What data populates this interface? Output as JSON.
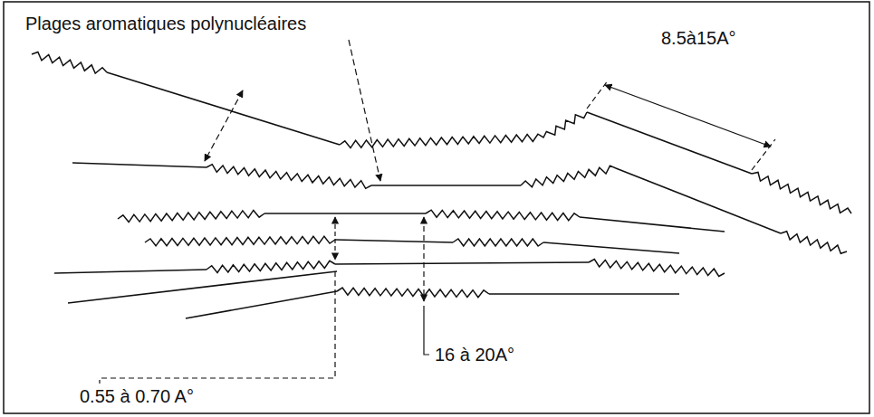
{
  "diagram": {
    "labels": [
      "Plages aromatiques polynucléaires",
      "8.5à15A°",
      "16 à 20A°",
      "0.55 à 0.70 A°"
    ]
  }
}
